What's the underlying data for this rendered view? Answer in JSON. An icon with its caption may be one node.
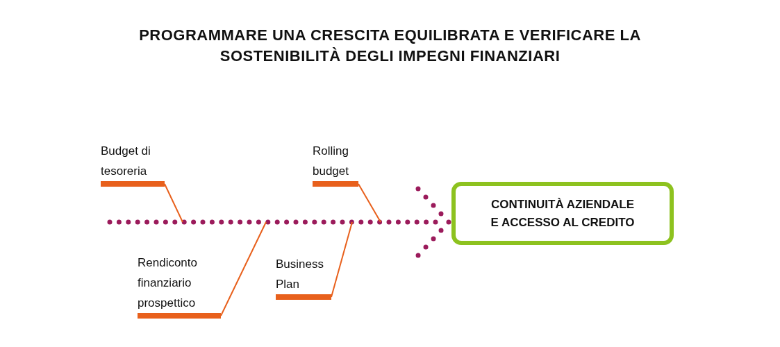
{
  "diagram": {
    "title": "PROGRAMMARE UNA CRESCITA EQUILIBRATA E VERIFICARE LA SOSTENIBILITÀ DEGLI IMPEGNI FINANZIARI",
    "nodes": [
      {
        "text": [
          "Budget di tesoreria"
        ]
      },
      {
        "text": [
          "Rolling budget"
        ]
      },
      {
        "text": [
          "Rendiconto finanziario prospettico"
        ]
      },
      {
        "text": [
          "Business Plan"
        ]
      },
      {
        "text": [
          "CONTINUITÀ AZIENDALE E ACCESSO AL CREDITO"
        ]
      }
    ],
    "edges": [
      {
        "from": null,
        "to": 4,
        "arrow": "to",
        "style": "dashed",
        "color": "#9b1b5b"
      },
      {
        "from": 0,
        "to": null,
        "arrow": "none"
      },
      {
        "from": 1,
        "to": null,
        "arrow": "none"
      },
      {
        "from": 2,
        "to": null,
        "arrow": "none"
      },
      {
        "from": 3,
        "to": null,
        "arrow": "none"
      }
    ]
  }
}
